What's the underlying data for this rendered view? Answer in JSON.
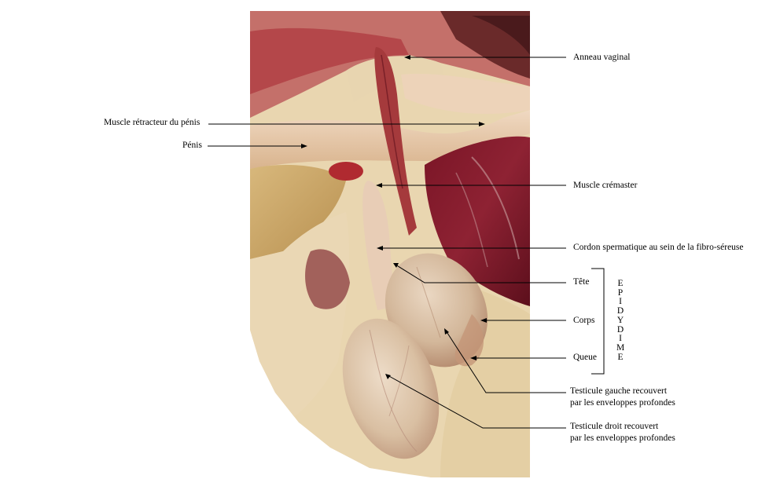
{
  "labels": {
    "anneau_vaginal": "Anneau vaginal",
    "muscle_retracteur": "Muscle rétracteur du pénis",
    "penis": "Pénis",
    "muscle_cremaster": "Muscle crémaster",
    "cordon_spermatique": "Cordon spermatique au sein de la fibro-séreuse",
    "tete": "Tête",
    "corps": "Corps",
    "queue": "Queue",
    "testicule_gauche_line1": "Testicule gauche recouvert",
    "testicule_gauche_line2": "par les enveloppes profondes",
    "testicule_droit_line1": "Testicule droit recouvert",
    "testicule_droit_line2": "par les enveloppes profondes"
  },
  "epididyme_letters": [
    "E",
    "P",
    "I",
    "D",
    "Y",
    "D",
    "I",
    "M",
    "E"
  ],
  "colors": {
    "background": "#ffffff",
    "muscle_dark": "#6e1424",
    "muscle_red": "#a0303a",
    "tissue_cream": "#e6cfa5",
    "testis": "#dcc2a6",
    "leader_line": "#000000"
  }
}
